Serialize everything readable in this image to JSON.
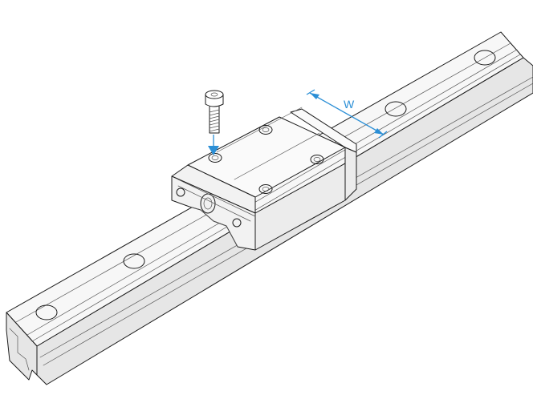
{
  "diagram": {
    "dimension_label": "W",
    "accent_color": "#2b8fd6",
    "line_color": "#1a1a1a",
    "parts": [
      "linear-guide-rail",
      "carriage-block",
      "mounting-screw",
      "insert-arrow",
      "width-dimension"
    ]
  }
}
